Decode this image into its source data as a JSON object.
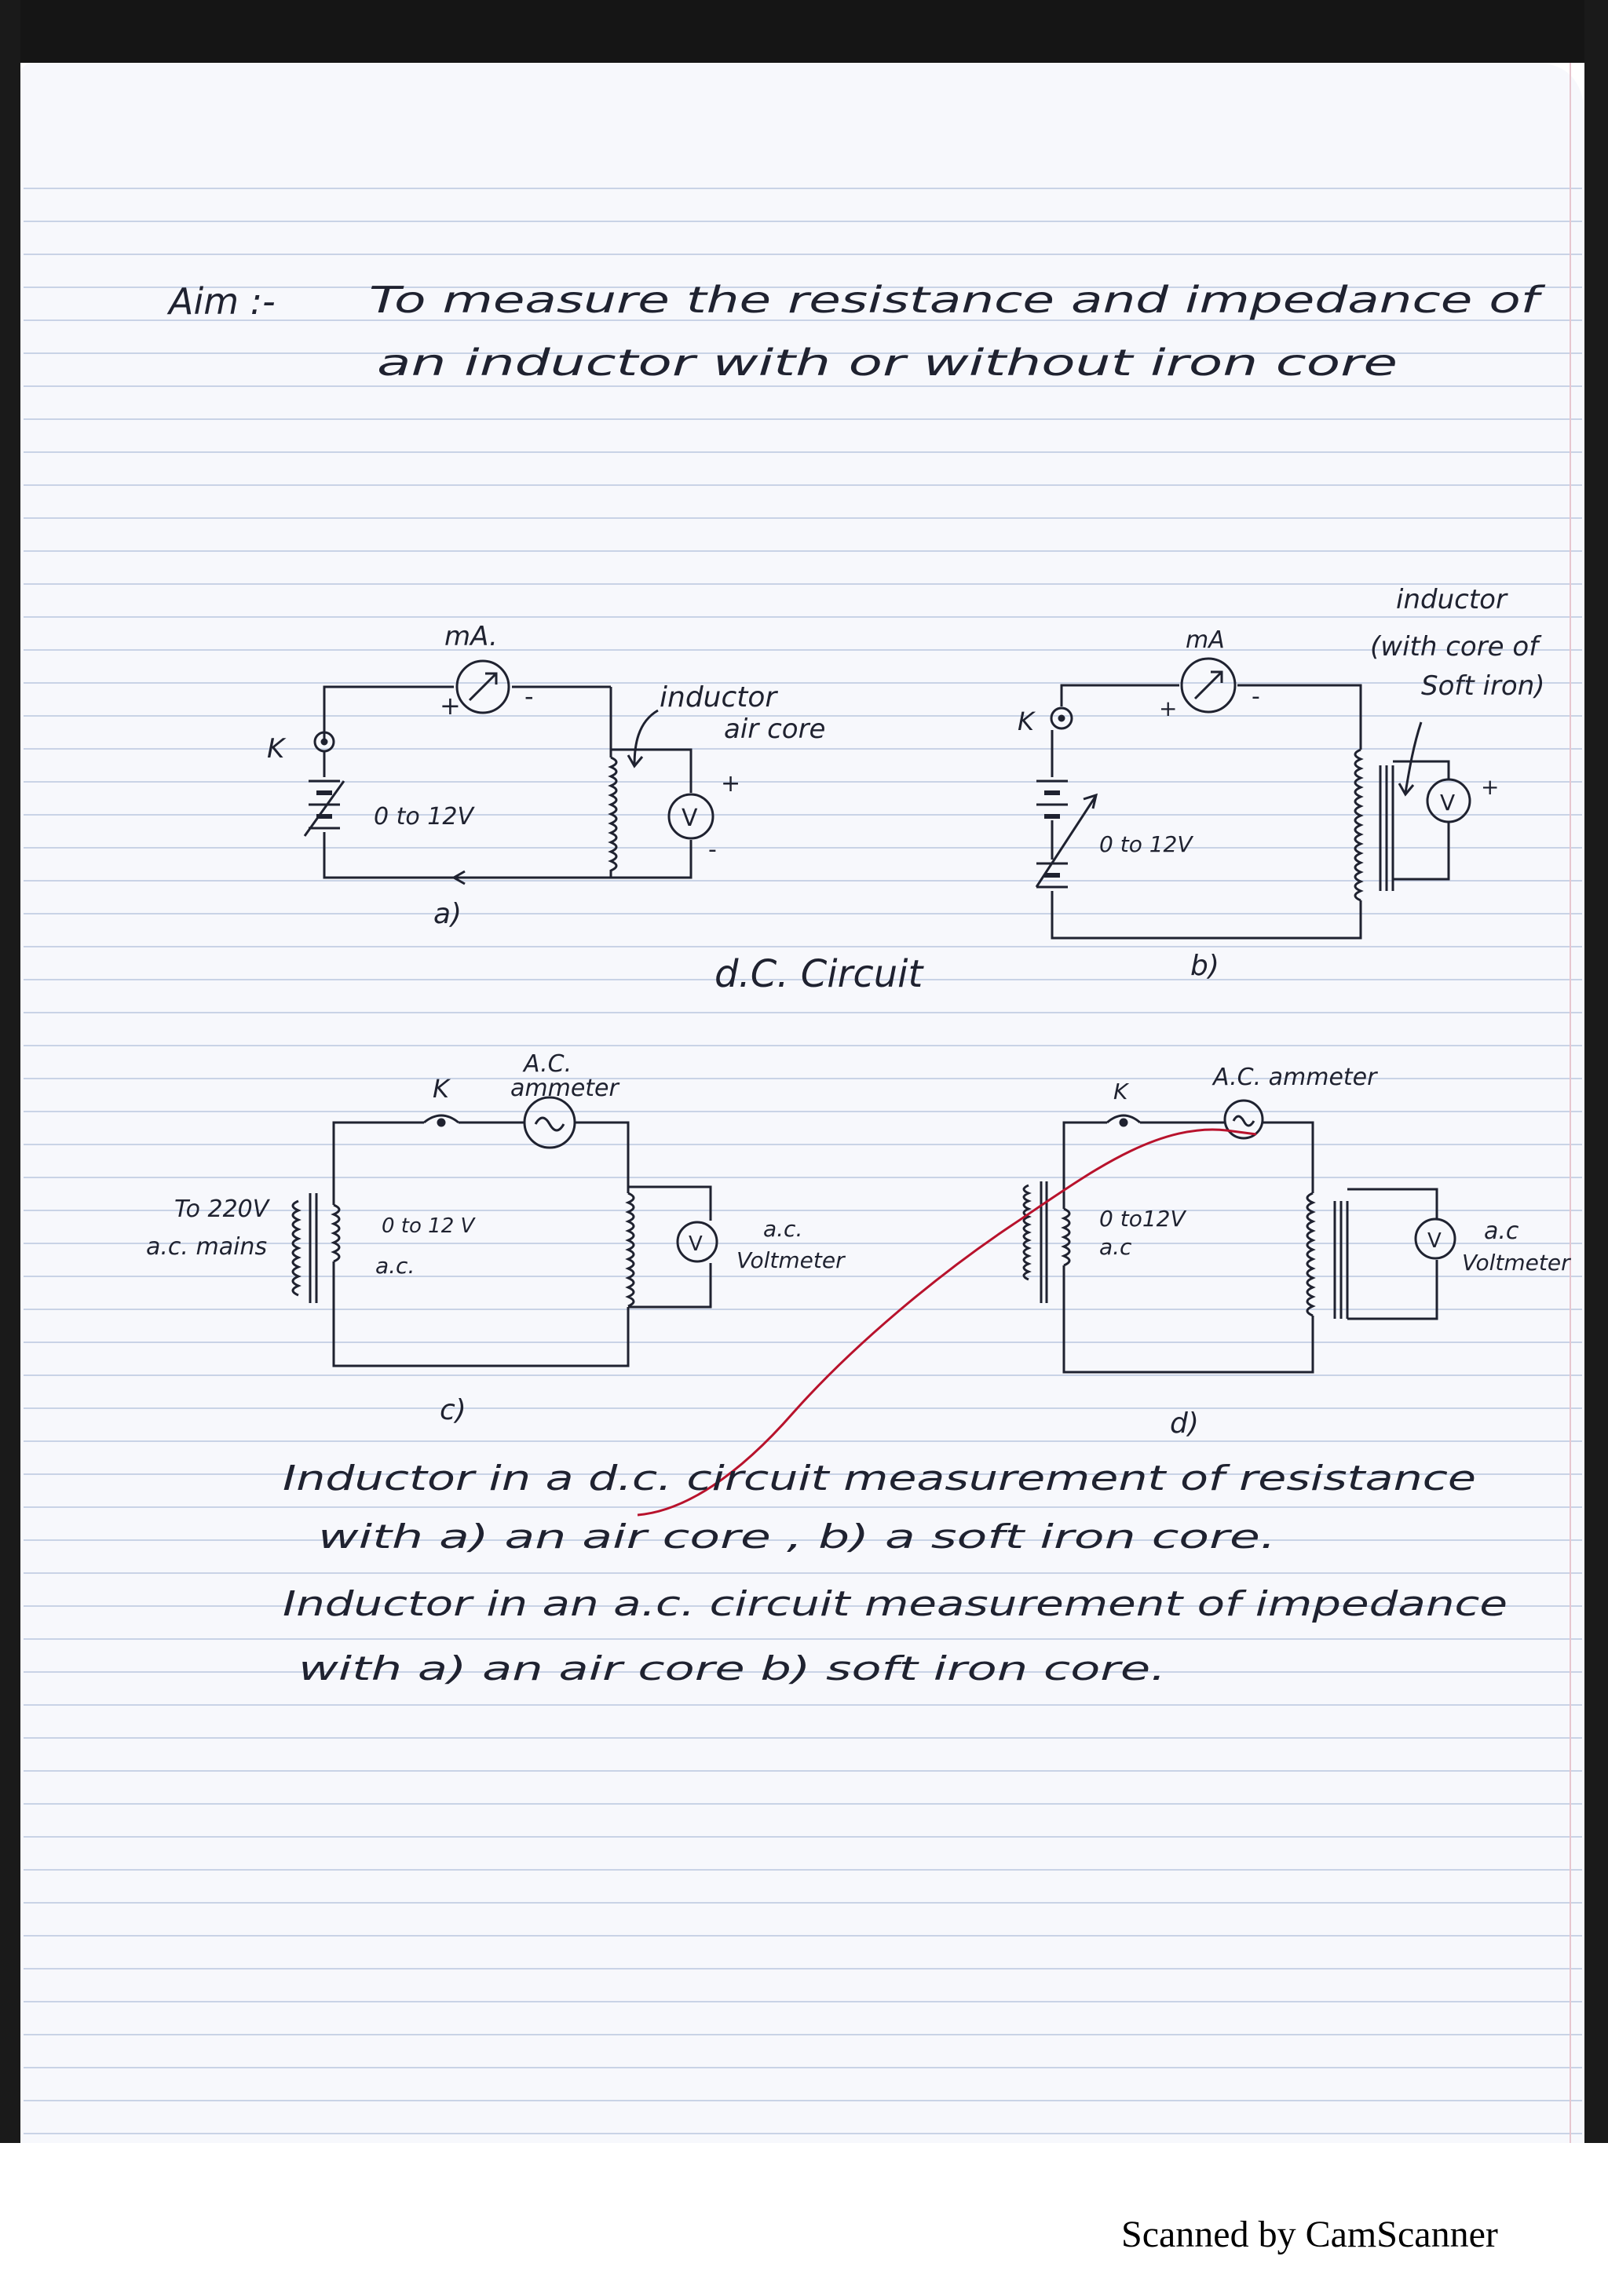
{
  "aim": {
    "label": "Aim :-",
    "line1": "To measure the resistance and impedance of",
    "line2": "an inductor with or without iron core"
  },
  "circuit_a": {
    "meter": "mA.",
    "plus": "+",
    "minus": "-",
    "key": "K",
    "source": "0 to 12V",
    "inductor_label_1": "inductor",
    "inductor_label_2": "air core",
    "voltmeter": "V",
    "v_plus": "+",
    "v_minus": "-",
    "caption": "a)"
  },
  "circuit_b": {
    "meter": "mA",
    "plus": "+",
    "minus": "-",
    "key": "K",
    "source": "0 to 12V",
    "inductor_label_1": "inductor",
    "inductor_label_2": "(with core of",
    "inductor_label_3": "Soft iron)",
    "voltmeter": "V",
    "v_plus": "+",
    "caption": "b)"
  },
  "dc_heading": "d.C. Circuit",
  "circuit_c": {
    "ammeter_1": "A.C.",
    "ammeter_2": "ammeter",
    "key": "K",
    "mains_1": "To 220V",
    "mains_2": "a.c. mains",
    "source_1": "0 to 12 V",
    "source_2": "a.c.",
    "voltmeter": "V",
    "vm_1": "a.c.",
    "vm_2": "Voltmeter",
    "caption": "c)"
  },
  "circuit_d": {
    "ammeter": "A.C. ammeter",
    "key": "K",
    "source_1": "0 to12V",
    "source_2": "a.c",
    "voltmeter": "V",
    "vm_1": "a.c",
    "vm_2": "Voltmeter",
    "caption": "d)"
  },
  "notes": {
    "line1": "Inductor in a d.c. circuit measurement of resistance",
    "line2": "with a) an air core , b) a soft iron core.",
    "line3": "Inductor in an a.c. circuit measurement of impedance",
    "line4": "with a) an air core b) soft iron core."
  },
  "footer": "Scanned by CamScanner",
  "colors": {
    "ink": "#1f2230",
    "red_pen": "#b8122c",
    "ruling": "#c9d3e6",
    "margin": "#e7c6cf"
  }
}
